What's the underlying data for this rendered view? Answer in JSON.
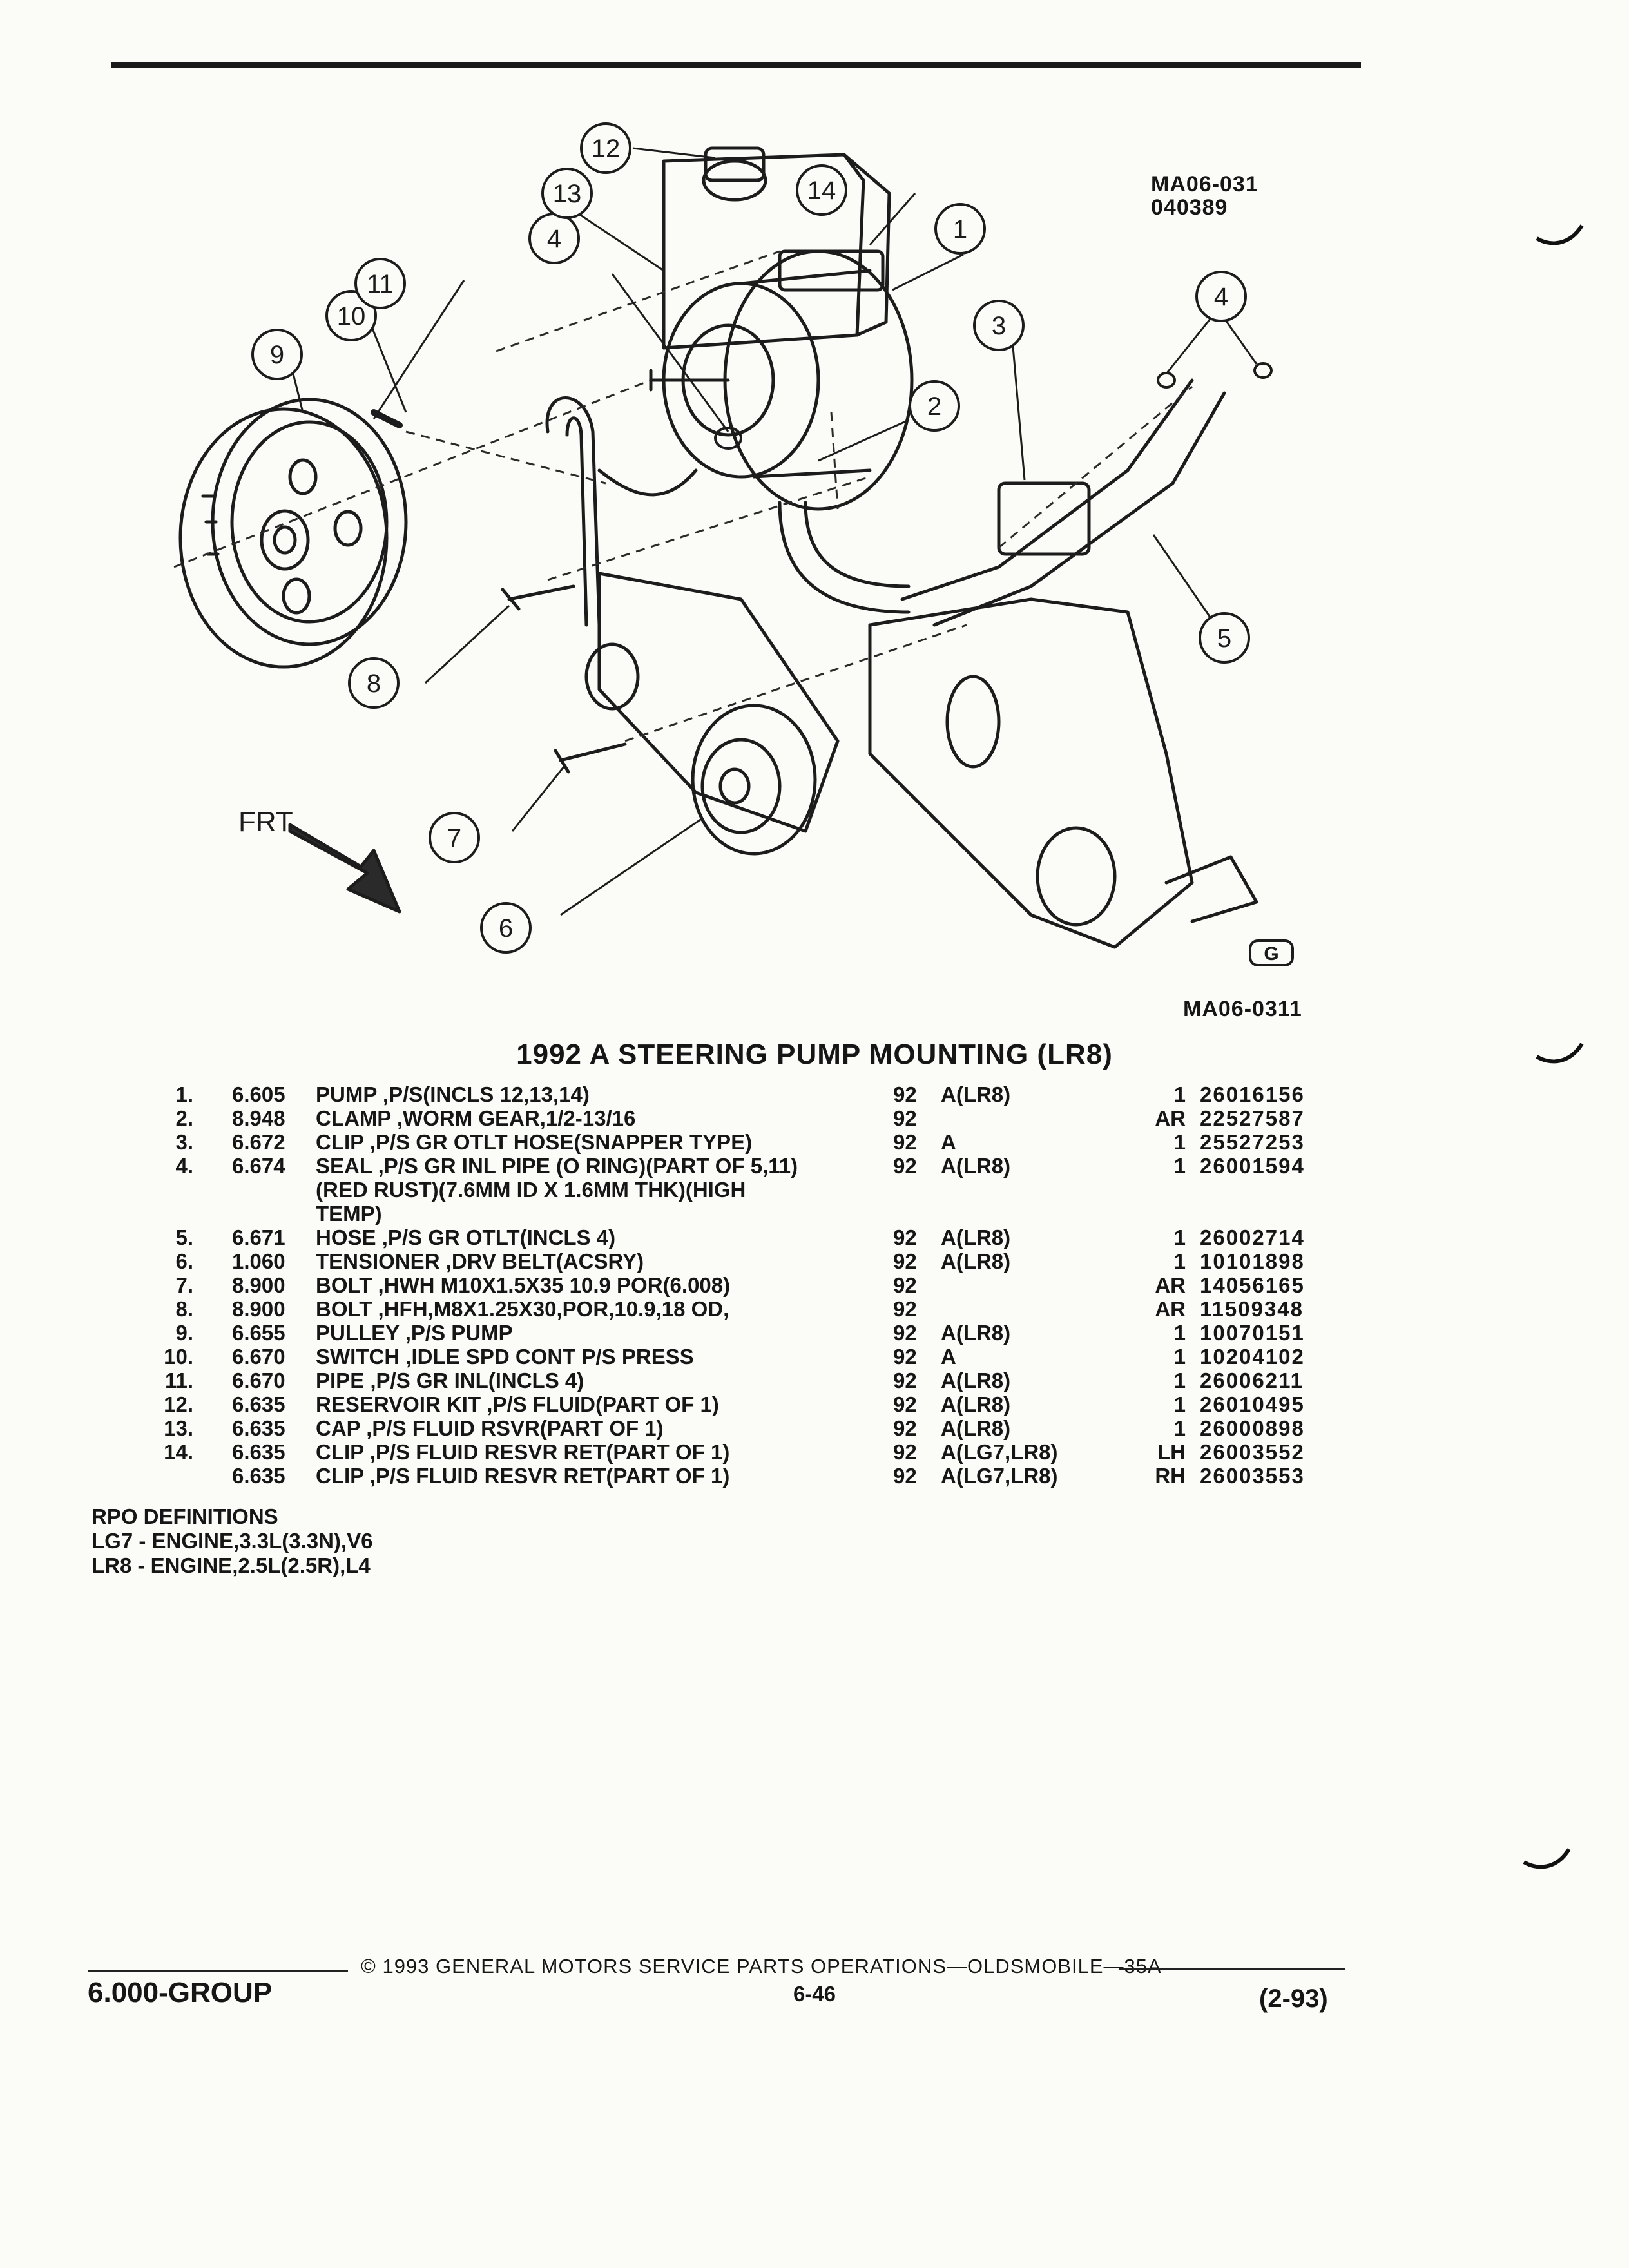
{
  "figure": {
    "code_top_1": "MA06-031",
    "code_top_2": "040389",
    "code_bottom": "MA06-0311",
    "front_label": "FRT",
    "callouts": [
      "1",
      "2",
      "3",
      "4",
      "4",
      "5",
      "6",
      "7",
      "8",
      "9",
      "10",
      "11",
      "12",
      "13",
      "14"
    ],
    "corner_mark": "G"
  },
  "section_title": "1992 A STEERING PUMP MOUNTING (LR8)",
  "parts": [
    {
      "idx": "1.",
      "code": "6.605",
      "desc": "PUMP ,P/S(INCLS 12,13,14)",
      "year": "92",
      "app": "A(LR8)",
      "qty": "1",
      "part": "26016156"
    },
    {
      "idx": "2.",
      "code": "8.948",
      "desc": "CLAMP ,WORM GEAR,1/2-13/16",
      "year": "92",
      "app": "",
      "qty": "AR",
      "part": "22527587"
    },
    {
      "idx": "3.",
      "code": "6.672",
      "desc": "CLIP ,P/S GR OTLT HOSE(SNAPPER TYPE)",
      "year": "92",
      "app": "A",
      "qty": "1",
      "part": "25527253"
    },
    {
      "idx": "4.",
      "code": "6.674",
      "desc": "SEAL ,P/S GR INL PIPE (O RING)(PART OF 5,11)",
      "year": "92",
      "app": "A(LR8)",
      "qty": "1",
      "part": "26001594"
    },
    {
      "idx": "",
      "code": "",
      "desc": "(RED RUST)(7.6MM ID X 1.6MM THK)(HIGH",
      "year": "",
      "app": "",
      "qty": "",
      "part": ""
    },
    {
      "idx": "",
      "code": "",
      "desc": "TEMP)",
      "year": "",
      "app": "",
      "qty": "",
      "part": ""
    },
    {
      "idx": "5.",
      "code": "6.671",
      "desc": "HOSE ,P/S GR OTLT(INCLS 4)",
      "year": "92",
      "app": "A(LR8)",
      "qty": "1",
      "part": "26002714"
    },
    {
      "idx": "6.",
      "code": "1.060",
      "desc": "TENSIONER ,DRV BELT(ACSRY)",
      "year": "92",
      "app": "A(LR8)",
      "qty": "1",
      "part": "10101898"
    },
    {
      "idx": "7.",
      "code": "8.900",
      "desc": "BOLT ,HWH M10X1.5X35 10.9 POR(6.008)",
      "year": "92",
      "app": "",
      "qty": "AR",
      "part": "14056165"
    },
    {
      "idx": "8.",
      "code": "8.900",
      "desc": "BOLT ,HFH,M8X1.25X30,POR,10.9,18 OD,",
      "year": "92",
      "app": "",
      "qty": "AR",
      "part": "11509348"
    },
    {
      "idx": "9.",
      "code": "6.655",
      "desc": "PULLEY ,P/S PUMP",
      "year": "92",
      "app": "A(LR8)",
      "qty": "1",
      "part": "10070151"
    },
    {
      "idx": "10.",
      "code": "6.670",
      "desc": "SWITCH ,IDLE SPD CONT P/S PRESS",
      "year": "92",
      "app": "A",
      "qty": "1",
      "part": "10204102"
    },
    {
      "idx": "11.",
      "code": "6.670",
      "desc": "PIPE ,P/S GR INL(INCLS 4)",
      "year": "92",
      "app": "A(LR8)",
      "qty": "1",
      "part": "26006211"
    },
    {
      "idx": "12.",
      "code": "6.635",
      "desc": "RESERVOIR KIT ,P/S FLUID(PART OF 1)",
      "year": "92",
      "app": "A(LR8)",
      "qty": "1",
      "part": "26010495"
    },
    {
      "idx": "13.",
      "code": "6.635",
      "desc": "CAP ,P/S FLUID RSVR(PART OF 1)",
      "year": "92",
      "app": "A(LR8)",
      "qty": "1",
      "part": "26000898"
    },
    {
      "idx": "14.",
      "code": "6.635",
      "desc": "CLIP ,P/S FLUID RESVR RET(PART OF 1)",
      "year": "92",
      "app": "A(LG7,LR8)",
      "qty": "LH",
      "part": "26003552"
    },
    {
      "idx": "",
      "code": "6.635",
      "desc": "CLIP ,P/S FLUID RESVR RET(PART OF 1)",
      "year": "92",
      "app": "A(LG7,LR8)",
      "qty": "RH",
      "part": "26003553"
    }
  ],
  "rpo": {
    "heading": "RPO DEFINITIONS",
    "lines": [
      "LG7 - ENGINE,3.3L(3.3N),V6",
      "LR8 - ENGINE,2.5L(2.5R),L4"
    ]
  },
  "footer": {
    "copyright": "© 1993 GENERAL MOTORS SERVICE PARTS OPERATIONS—OLDSMOBILE—35A",
    "group": "6.000-GROUP",
    "page": "6-46",
    "date": "(2-93)"
  }
}
